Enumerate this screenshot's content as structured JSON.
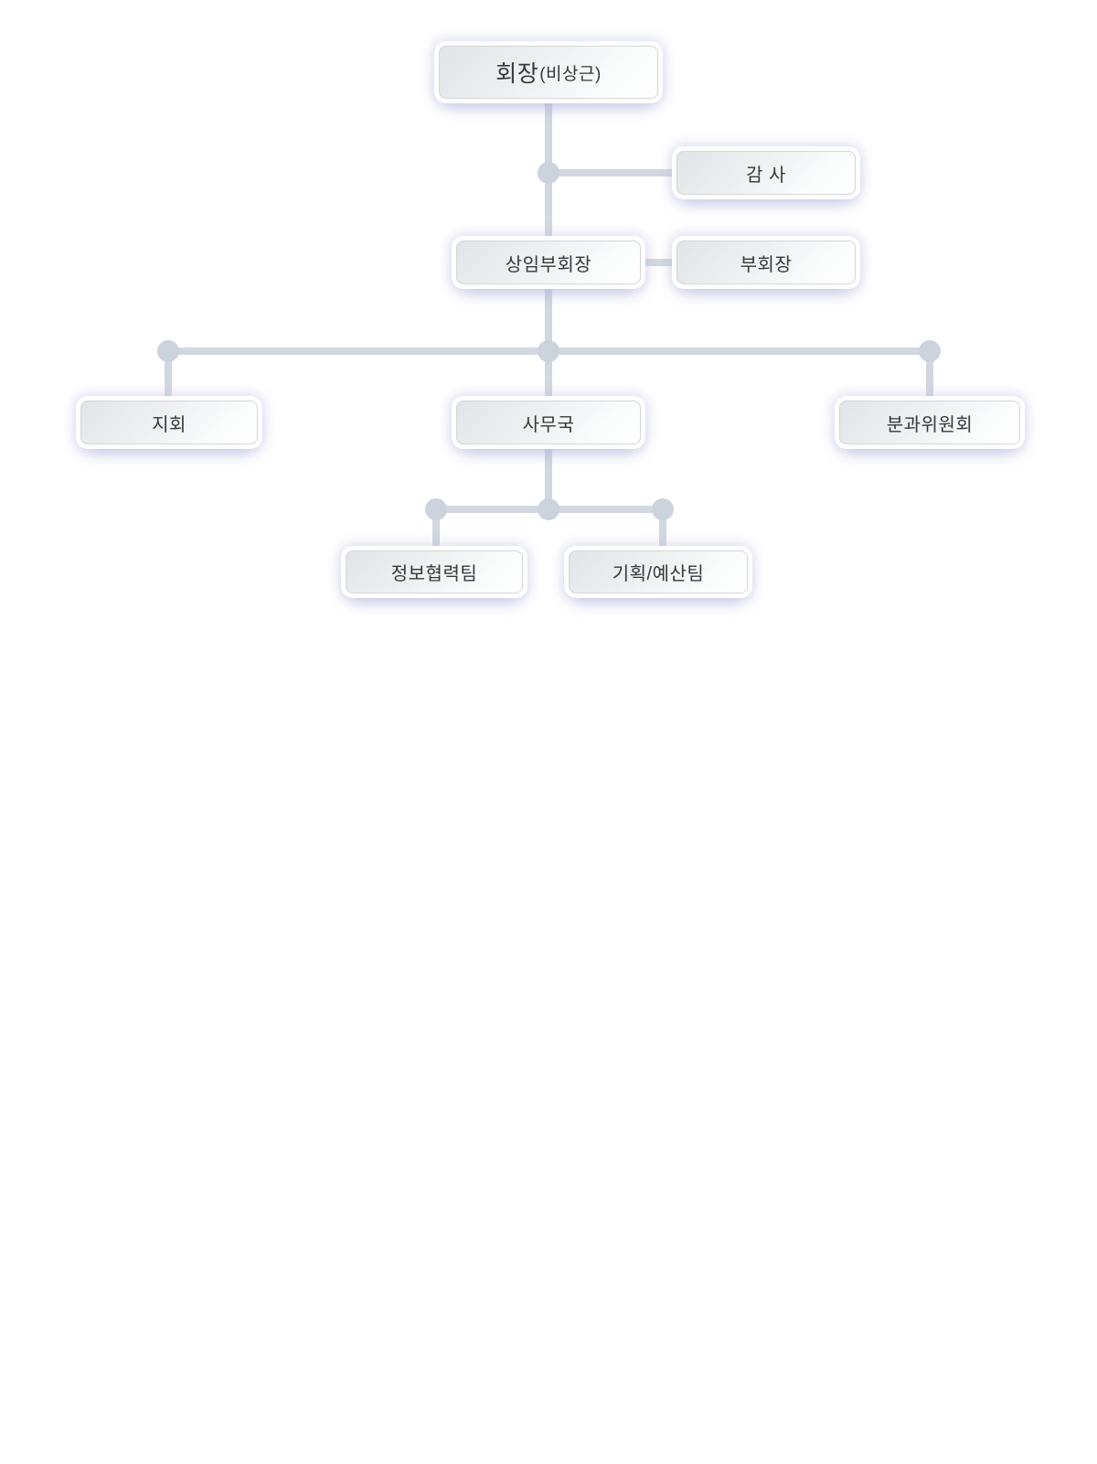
{
  "org_chart": {
    "type": "organization-chart",
    "nodes": [
      {
        "id": "chairman",
        "label": "회장",
        "sublabel": "(비상근)"
      },
      {
        "id": "auditor",
        "label": "감 사"
      },
      {
        "id": "standing-vice",
        "label": "상임부회장"
      },
      {
        "id": "vice",
        "label": "부회장"
      },
      {
        "id": "branch",
        "label": "지회"
      },
      {
        "id": "secretariat",
        "label": "사무국"
      },
      {
        "id": "subcommittee",
        "label": "분과위원회"
      },
      {
        "id": "info-team",
        "label": "정보협력팀"
      },
      {
        "id": "planning-team",
        "label": "기획/예산팀"
      }
    ],
    "edges": [
      {
        "from": "chairman",
        "to": "auditor",
        "style": "side-branch"
      },
      {
        "from": "chairman",
        "to": "standing-vice",
        "style": "vertical"
      },
      {
        "from": "standing-vice",
        "to": "vice",
        "style": "side-branch"
      },
      {
        "from": "standing-vice",
        "to": "branch",
        "style": "vertical"
      },
      {
        "from": "standing-vice",
        "to": "secretariat",
        "style": "vertical"
      },
      {
        "from": "standing-vice",
        "to": "subcommittee",
        "style": "vertical"
      },
      {
        "from": "secretariat",
        "to": "info-team",
        "style": "vertical"
      },
      {
        "from": "secretariat",
        "to": "planning-team",
        "style": "vertical"
      }
    ],
    "colors": {
      "background": "#ffffff",
      "line": "#d2d8df",
      "dot": "#ccd3dc",
      "box_border": "#d3d7dd",
      "text": "#34383e",
      "glow": "rgba(183,185,224,0.45)",
      "glow_strong": "rgba(158,160,214,0.55)"
    }
  }
}
